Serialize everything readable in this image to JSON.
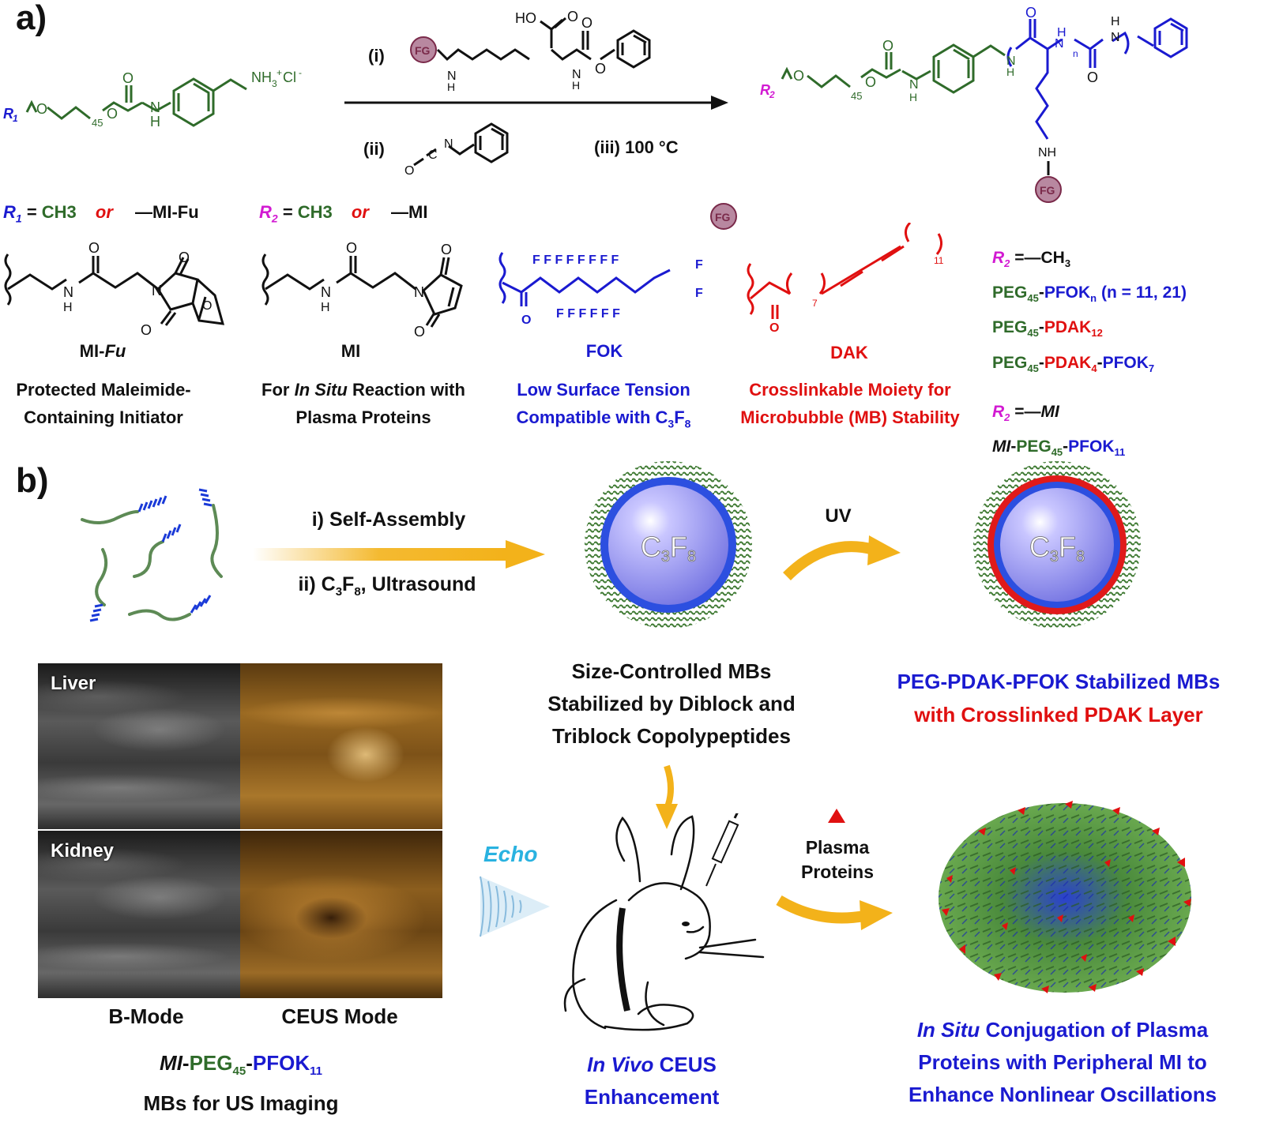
{
  "panel_a": {
    "label": "a)",
    "reagent_i_label": "(i)",
    "reagent_ii_label": "(ii)",
    "reagent_iii": "(iii) 100 °C",
    "fg": "FG",
    "r1_def": {
      "r": "R1",
      "opt1": "CH3",
      "or": "or",
      "opt2": "MI-Fu"
    },
    "r2_def": {
      "r": "R2",
      "opt1": "CH3",
      "or": "or",
      "opt2": "MI"
    },
    "mifu": {
      "name": "MI-Fu",
      "desc1": "Protected Maleimide-",
      "desc2": "Containing Initiator"
    },
    "mi": {
      "name": "MI",
      "desc1a": "For ",
      "desc1b": "In Situ",
      "desc1c": " Reaction with",
      "desc2": "Plasma Proteins"
    },
    "fok": {
      "name": "FOK",
      "desc1": "Low Surface Tension",
      "desc2": "Compatible with C3F8"
    },
    "dak": {
      "name": "DAK",
      "desc1": "Crosslinkable Moiety for",
      "desc2": "Microbubble (MB) Stability"
    },
    "products": {
      "r2_ch3": "R2 = CH3",
      "p1": "PEG45-PFOKn (n = 11, 21)",
      "p2": "PEG45-PDAK12",
      "p3": "PEG45-PDAK4-PFOK7",
      "r2_mi": "R2 = MI",
      "p4": "MI-PEG45-PFOK11"
    }
  },
  "panel_b": {
    "label": "b)",
    "step1": "i) Self-Assembly",
    "step2": "ii) C3F8, Ultrasound",
    "uv": "UV",
    "gas": "C3F8",
    "mb1_cap": [
      "Size-Controlled MBs",
      "Stabilized by Diblock and",
      "Triblock Copolypeptides"
    ],
    "mb2_cap": [
      "PEG-PDAK-PFOK Stabilized MBs",
      "with Crosslinked PDAK Layer"
    ],
    "us_liver": "Liver",
    "us_kidney": "Kidney",
    "bmode": "B-Mode",
    "ceus": "CEUS Mode",
    "us_cap": [
      "MI-PEG45-PFOK11",
      "MBs for US Imaging"
    ],
    "echo": "Echo",
    "plasma": [
      "Plasma",
      "Proteins"
    ],
    "invivo": [
      "In Vivo CEUS",
      "Enhancement"
    ],
    "conj_cap": [
      "In Situ Conjugation of Plasma",
      "Proteins with Peripheral MI to",
      "Enhance Nonlinear Oscillations"
    ]
  },
  "colors": {
    "peg": "#2f6b2a",
    "pfok": "#1a1ad0",
    "pdak": "#e01010",
    "r_label": "#d21ad2",
    "arrow": "#f3b21a"
  }
}
